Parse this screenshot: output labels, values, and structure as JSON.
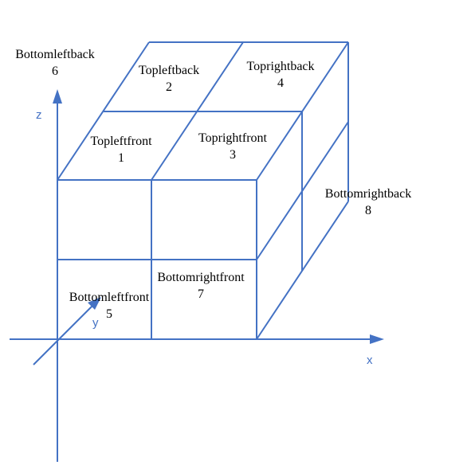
{
  "colors": {
    "line": "#4472C4",
    "axis_label": "#4472C4",
    "text": "#000000",
    "background": "#ffffff"
  },
  "axes": {
    "x": "x",
    "y": "y",
    "z": "z"
  },
  "cells": [
    {
      "name": "Topleftfront",
      "number": "1"
    },
    {
      "name": "Topleftback",
      "number": "2"
    },
    {
      "name": "Toprightfront",
      "number": "3"
    },
    {
      "name": "Toprightback",
      "number": "4"
    },
    {
      "name": "Bottomleftfront",
      "number": "5"
    },
    {
      "name": "Bottomleftback",
      "number": "6"
    },
    {
      "name": "Bottomrightfront",
      "number": "7"
    },
    {
      "name": "Bottomrightback",
      "number": "8"
    }
  ]
}
